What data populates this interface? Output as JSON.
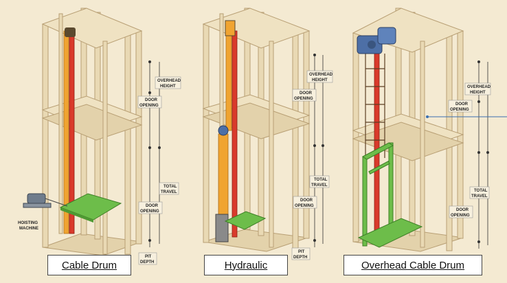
{
  "colors": {
    "background": "#f4ead2",
    "frame_wood": "#e9d9b4",
    "frame_edge": "#b89f74",
    "rail_red": "#d93a2b",
    "rail_orange": "#f0a431",
    "platform_green": "#6dbd4a",
    "motor_blue": "#4d6fa6",
    "pointer_blue": "#3a6fb0"
  },
  "captions": {
    "left": "Cable Drum",
    "middle": "Hydraulic",
    "right": "Overhead Cable Drum"
  },
  "labels": {
    "overhead_height_1": "OVERHEAD",
    "overhead_height_2": "HEIGHT",
    "door_opening_1": "DOOR",
    "door_opening_2": "OPENING",
    "total_travel_1": "TOTAL",
    "total_travel_2": "TRAVEL",
    "pit_1": "PIT",
    "pit_2": "DEPTH",
    "hoisting_1": "HOISTING",
    "hoisting_2": "MACHINE"
  },
  "icons": {
    "hoisting_machine": "motor-icon",
    "overhead_machine": "motor-icon",
    "hydraulic_pump": "pump-icon"
  }
}
